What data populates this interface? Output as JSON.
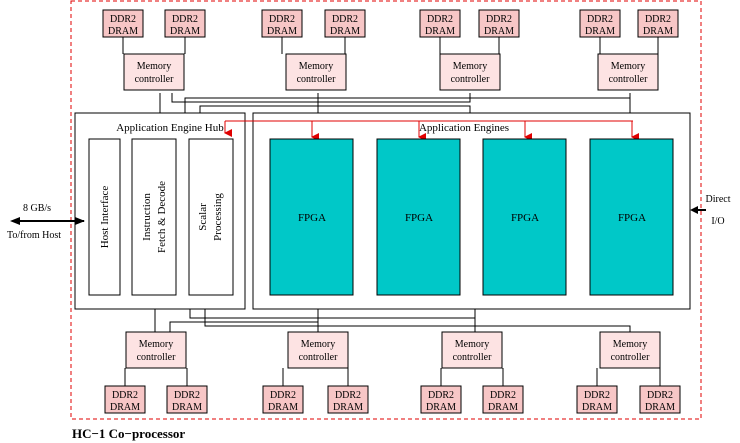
{
  "coprocessor_label": "HC−1 Co−processor",
  "dram_line1": "DDR2",
  "dram_line2": "DRAM",
  "memctrl_line1": "Memory",
  "memctrl_line2": "controller",
  "hub": {
    "title": "Application Engine Hub",
    "host_interface": "Host Interface",
    "instr_line1": "Instruction",
    "instr_line2": "Fetch & Decode",
    "scalar_line1": "Scalar",
    "scalar_line2": "Processing"
  },
  "engines": {
    "title": "Application Engines",
    "fpga_label": "FPGA"
  },
  "host_link": {
    "bandwidth": "8 GB/s",
    "label": "To/from Host"
  },
  "direct_io": {
    "line1": "Direct",
    "line2": "I/O"
  },
  "colors": {
    "dram_fill": "#f7c6c6",
    "memctrl_fill": "#fde3e3",
    "fpga_fill": "#00c8c8",
    "border_dashed": "#e00000",
    "arrow_red": "#e00000"
  }
}
